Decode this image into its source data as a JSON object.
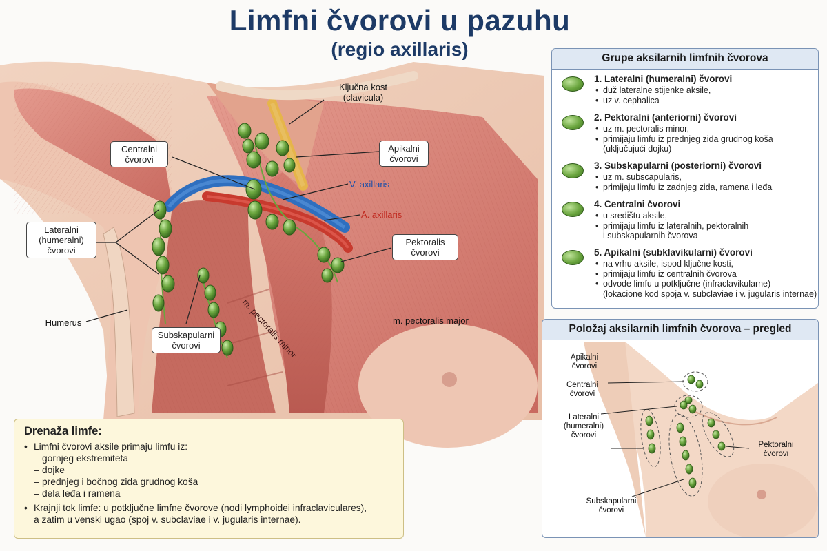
{
  "title": "Limfni čvorovi u pazuhu",
  "subtitle": "(regio axillaris)",
  "colors": {
    "title": "#1d3a66",
    "muscle": "#d9857c",
    "vein": "#2f6fbf",
    "artery": "#c83a2e",
    "node": "#6aa53e",
    "fat": "#e6b54a"
  },
  "labels": {
    "clavicle": "Ključna kost\n(clavicula)",
    "central": "Centralni\nčvorovi",
    "apical": "Apikalni\nčvorovi",
    "v_axillaris": "V. axillaris",
    "a_axillaris": "A. axillaris",
    "lateral": "Lateralni\n(humeralni)\nčvorovi",
    "pectoral": "Pektoralis\nčvorovi",
    "humerus": "Humerus",
    "subscap": "Subskapularni\nčvorovi",
    "pect_minor": "m. pectoralis minor",
    "pect_major": "m. pectoralis major"
  },
  "groups_panel": {
    "title": "Grupe aksilarnih limfnih čvorova",
    "groups": [
      {
        "title": "1. Lateralni (humeralni) čvorovi",
        "items": [
          "duž lateralne stijenke aksile,",
          "uz v. cephalica"
        ]
      },
      {
        "title": "2. Pektoralni (anteriorni) čvorovi",
        "items": [
          "uz m. pectoralis minor,",
          "primijaju limfu iz prednjeg zida grudnog koša",
          "(uključujući dojku)"
        ]
      },
      {
        "title": "3. Subskapularni (posteriorni) čvorovi",
        "items": [
          "uz m. subscapularis,",
          "primijaju limfu iz zadnjeg zida, ramena i leđa"
        ]
      },
      {
        "title": "4. Centralni čvorovi",
        "items": [
          "u središtu aksile,",
          "primijaju limfu iz lateralnih, pektoralnih",
          "i subskapularnih čvorova"
        ]
      },
      {
        "title": "5. Apikalni (subklavikularni) čvorovi",
        "items": [
          "na vrhu aksile, ispod ključne kosti,",
          "primijaju limfu iz centralnih čvorova",
          "odvode limfu u potključne (infraclavikularne)",
          "(lokacione kod spoja v. subclaviae i v. jugularis internae)"
        ]
      }
    ]
  },
  "overview_panel": {
    "title": "Položaj aksilarnih limfnih čvorova – pregled",
    "labels": {
      "apical": "Apikalni\nčvorovi",
      "central": "Centralni\nčvorovi",
      "lateral": "Lateralni\n(humeralni)\nčvorovi",
      "pectoral": "Pektoralni\nčvorovi",
      "subscap": "Subskapularni\nčvorovi"
    }
  },
  "drainage": {
    "title": "Drenaža limfe:",
    "intro": "Limfni čvorovi aksile primaju limfu iz:",
    "sources": [
      "gornjeg ekstremiteta",
      "dojke",
      "prednjeg i bočnog zida grudnog koša",
      "dela leđa i ramena"
    ],
    "final_line1": "Krajnji tok limfe: u potključne limfne čvorove (nodi lymphoidei infraclaviculares),",
    "final_line2": "a zatim u venski ugao (spoj v. subclaviae i v. jugularis internae)."
  }
}
